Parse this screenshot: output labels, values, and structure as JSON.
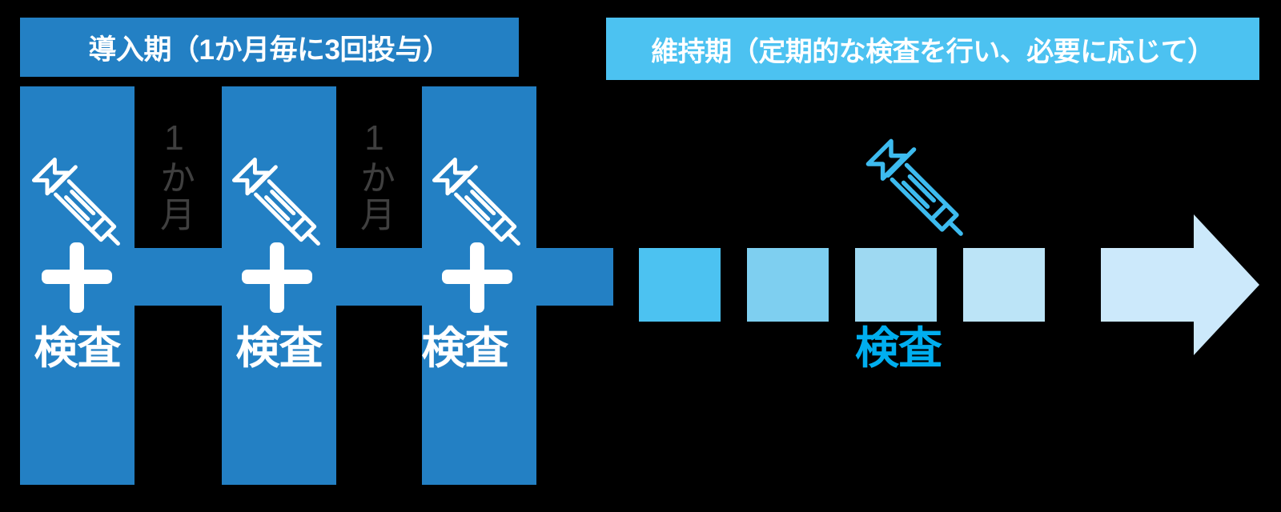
{
  "figure": {
    "title_induction": "導入期（1か月毎に3回投与）",
    "title_maintenance": "維持期（定期的な検査を行い、必要に応じて）"
  },
  "induction_phase": {
    "banner_label": "導入期（1か月毎に3回投与）",
    "banner_color": "#2380C4",
    "column_color": "#2380C4",
    "doses": [
      {
        "index": 1,
        "icon": "syringe-icon",
        "plus": "+",
        "exam_label": "検査"
      },
      {
        "index": 2,
        "icon": "syringe-icon",
        "plus": "+",
        "exam_label": "検査"
      },
      {
        "index": 3,
        "icon": "syringe-icon",
        "plus": "+",
        "exam_label": "検査"
      }
    ],
    "intervals": [
      {
        "label": "1か月",
        "color": "#3F3F3F"
      },
      {
        "label": "1か月",
        "color": "#3F3F3F"
      }
    ]
  },
  "maintenance_phase": {
    "banner_label": "維持期（定期的な検査を行い、必要に応じて）",
    "banner_color": "#4CC2F1",
    "exam_label": "検査",
    "exam_label_color": "#00AEEF",
    "syringe_icon_color": "#3DBBEF",
    "squares": [
      {
        "index": 1,
        "color": "#4CC2F1"
      },
      {
        "index": 2,
        "color": "#7ECFF0"
      },
      {
        "index": 3,
        "color": "#9ED9F2"
      },
      {
        "index": 4,
        "color": "#BCE4F7"
      }
    ],
    "arrow": {
      "color": "#CCE9FB",
      "direction": "right"
    }
  },
  "palette": {
    "background": "#000000",
    "dark_blue": "#2380C4",
    "cyan": "#4CC2F1",
    "bright_cyan": "#00AEEF",
    "white": "#FFFFFF",
    "gray_text": "#3F3F3F"
  }
}
